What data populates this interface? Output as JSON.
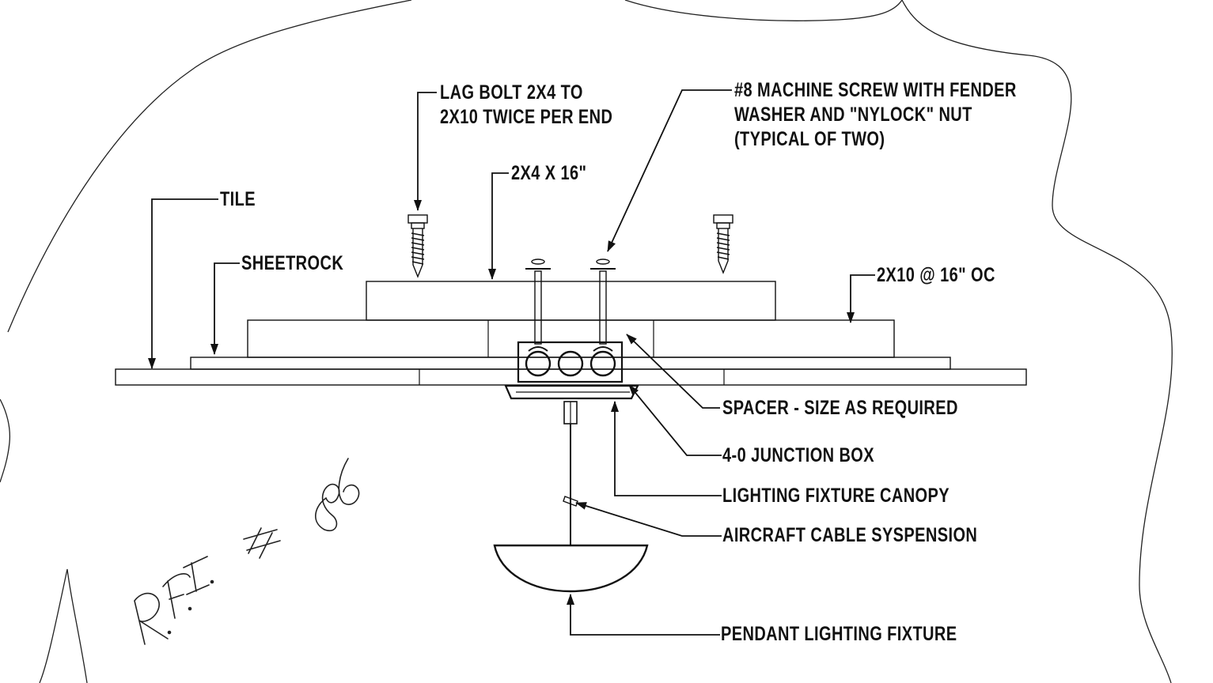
{
  "labels": {
    "lag_bolt": [
      "LAG BOLT 2X4 TO",
      "2X10 TWICE PER END"
    ],
    "machine_screw": [
      "#8 MACHINE SCREW WITH FENDER",
      "WASHER AND \"NYLOCK\" NUT",
      "(TYPICAL OF TWO)"
    ],
    "two_by_four": "2X4 X 16\"",
    "tile": "TILE",
    "sheetrock": "SHEETROCK",
    "two_by_ten": "2X10 @ 16\" OC",
    "spacer": "SPACER - SIZE AS REQUIRED",
    "junction_box": "4-0 JUNCTION BOX",
    "canopy": "LIGHTING FIXTURE CANOPY",
    "cable": "AIRCRAFT CABLE SYSPENSION",
    "pendant": "PENDANT LIGHTING FIXTURE"
  },
  "handwritten_note": "R.F.I. # 86",
  "colors": {
    "ink": "#111111",
    "paper": "#ffffff"
  }
}
